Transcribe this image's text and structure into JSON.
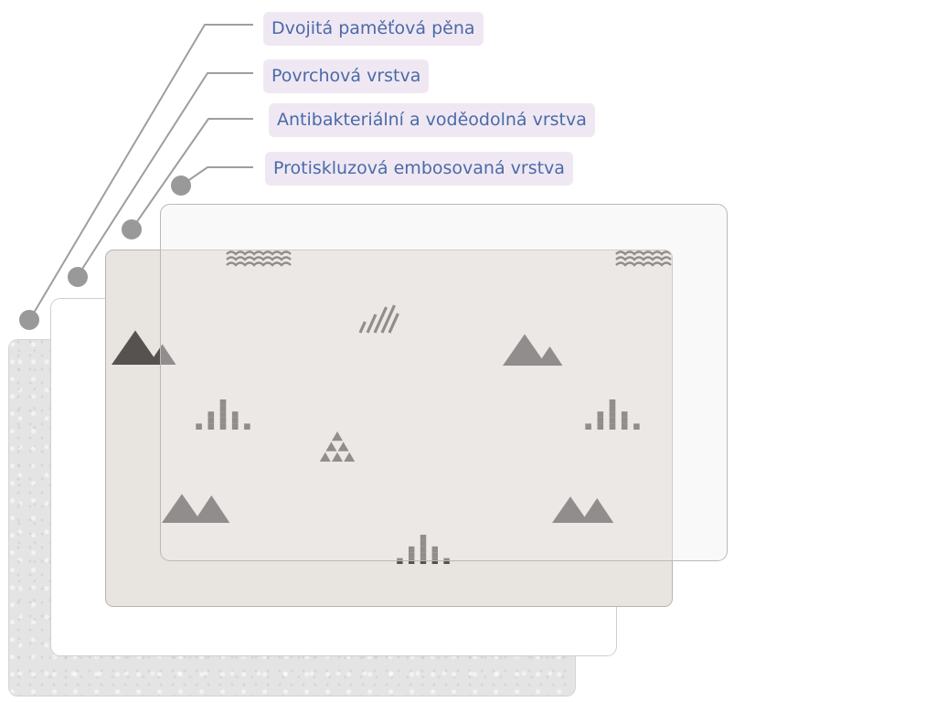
{
  "callouts": [
    {
      "label": "Dvojitá paměťová pěna"
    },
    {
      "label": "Povrchová vrstva"
    },
    {
      "label": "Antibakteriální a voděodolná vrstva"
    },
    {
      "label": "Protiskluzová embosovaná vrstva"
    }
  ],
  "colors": {
    "label_text": "#4b6aa8",
    "label_background": "#efe8f3",
    "leader_line": "#9e9e9e",
    "leader_dot": "#999999",
    "motif": "#56524f",
    "print_surface": "#e8e4df"
  },
  "icons": [
    "stone-texture",
    "mountain-motif",
    "wave-motif",
    "checker-mountain-motif",
    "stripe-mountain-motif"
  ]
}
